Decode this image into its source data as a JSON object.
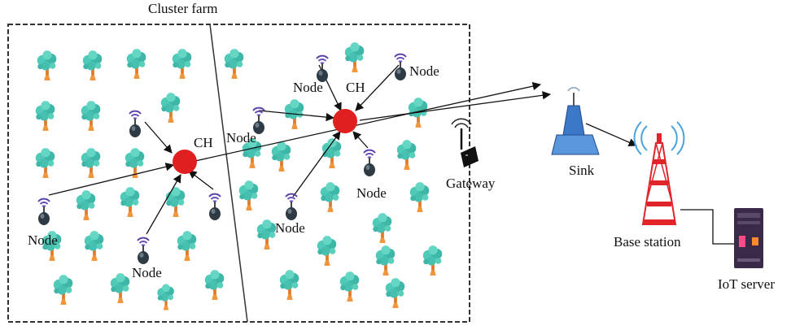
{
  "title": "Cluster farm",
  "labels": {
    "node": "Node",
    "cluster_head": "CH",
    "gateway": "Gateway",
    "sink": "Sink",
    "base_station": "Base station",
    "iot_server": "IoT server"
  },
  "colors": {
    "cluster_head": "#e02020",
    "sensor_body": "#2e3b44",
    "wifi_waves": "#5b3fa8",
    "tree_foliage": "#4fc9b8",
    "tree_trunk": "#e07a2a",
    "tower": "#e0242a",
    "tower_waves": "#4aa3e0",
    "sink": "#3c78c8",
    "server": "#3a2a48",
    "frame": "#333333",
    "arrow": "#111111"
  },
  "icons": [
    "sensor-node-icon",
    "tree-icon",
    "gateway-router-icon",
    "sink-antenna-icon",
    "base-station-tower-icon",
    "server-icon"
  ]
}
